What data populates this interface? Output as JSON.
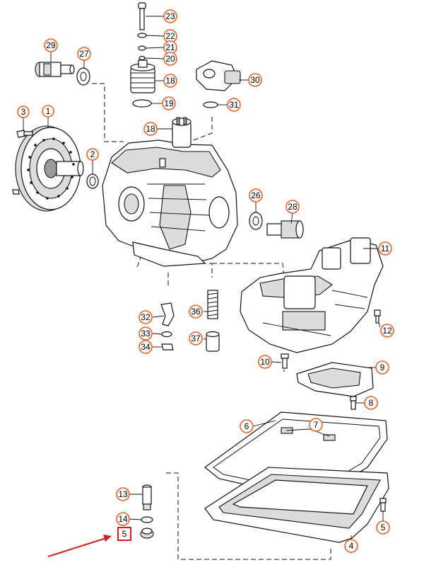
{
  "diagram": {
    "callouts": {
      "c1": "1",
      "c2": "2",
      "c3": "3",
      "c4": "4",
      "c5_right": "5",
      "c5_highlight": "5",
      "c6": "6",
      "c7": "7",
      "c8": "8",
      "c9": "9",
      "c10": "10",
      "c11": "11",
      "c12": "12",
      "c13": "13",
      "c14": "14",
      "c18a": "18",
      "c18b": "18",
      "c19": "19",
      "c20": "20",
      "c21": "21",
      "c22": "22",
      "c23": "23",
      "c26": "26",
      "c27": "27",
      "c28": "28",
      "c29": "29",
      "c30": "30",
      "c31": "31",
      "c32": "32",
      "c33": "33",
      "c34": "34",
      "c36": "36",
      "c37": "37"
    },
    "colors": {
      "callout_ring": "#e8622a",
      "highlight_box": "#d21f1f",
      "arrow": "#d21f1f",
      "line": "#111111"
    },
    "highlighted_part": "5"
  }
}
